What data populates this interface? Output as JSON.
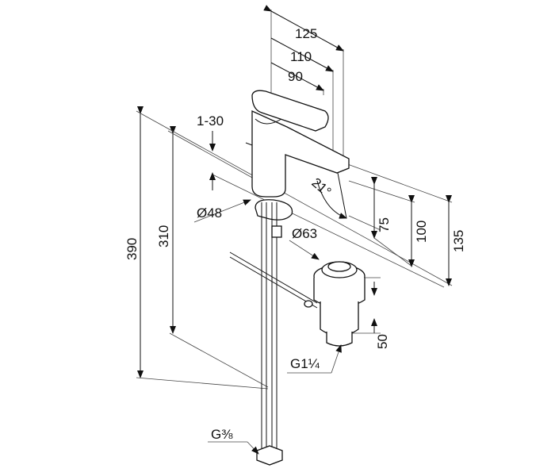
{
  "labels": {
    "dim_125": "125",
    "dim_110": "110",
    "dim_90": "90",
    "dim_1_30": "1-30",
    "angle_21": "21°",
    "dia_48": "Ø48",
    "dia_63": "Ø63",
    "dim_75": "75",
    "dim_100": "100",
    "dim_135": "135",
    "dim_390": "390",
    "dim_310": "310",
    "dim_50": "50",
    "thread_g114": "G1¼",
    "thread_g38": "G⅜"
  },
  "colors": {
    "line": "#111111",
    "background": "#ffffff"
  }
}
